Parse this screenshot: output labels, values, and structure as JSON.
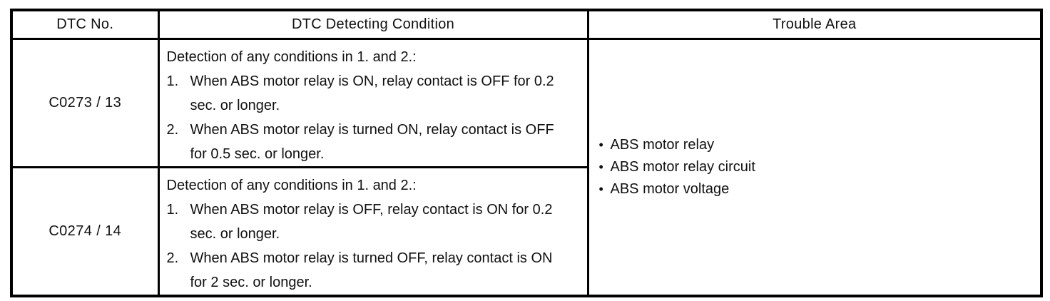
{
  "table": {
    "headers": [
      "DTC No.",
      "DTC Detecting Condition",
      "Trouble Area"
    ],
    "rows": [
      {
        "dtc_no": "C0273 / 13",
        "condition": {
          "intro": "Detection of any conditions in 1. and 2.:",
          "items": [
            {
              "num": "1.",
              "text": "When ABS motor relay is ON, relay contact is OFF for 0.2 sec. or longer."
            },
            {
              "num": "2.",
              "text": "When ABS motor relay is turned ON, relay contact is OFF for 0.5 sec. or longer."
            }
          ]
        }
      },
      {
        "dtc_no": "C0274 / 14",
        "condition": {
          "intro": "Detection of any conditions in 1. and 2.:",
          "items": [
            {
              "num": "1.",
              "text": "When ABS motor relay is OFF, relay contact is ON for 0.2 sec. or longer."
            },
            {
              "num": "2.",
              "text": "When ABS motor relay is turned OFF, relay contact is ON for 2 sec. or longer."
            }
          ]
        }
      }
    ],
    "trouble_area": {
      "bullet": "•",
      "items": [
        "ABS motor relay",
        "ABS motor relay circuit",
        "ABS motor voltage"
      ]
    },
    "border_color": "#000000",
    "text_color": "#101010"
  }
}
